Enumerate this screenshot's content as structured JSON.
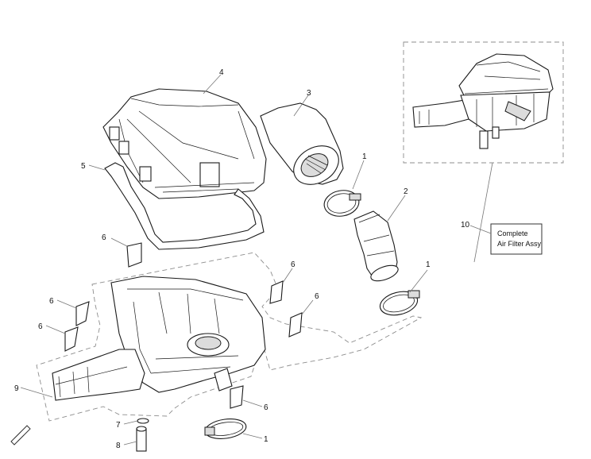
{
  "callouts": {
    "c1a": "1",
    "c1b": "1",
    "c1c": "1",
    "c2": "2",
    "c3": "3",
    "c4": "4",
    "c5": "5",
    "c6a": "6",
    "c6b": "6",
    "c6c": "6",
    "c6d": "6",
    "c6e": "6",
    "c6f": "6",
    "c7": "7",
    "c8": "8",
    "c9": "9",
    "c10": "10"
  },
  "assembly_label": {
    "line1": "Complete",
    "line2": "Air Filter Assy"
  },
  "icons": {
    "corner": "front-direction-arrow-icon"
  }
}
